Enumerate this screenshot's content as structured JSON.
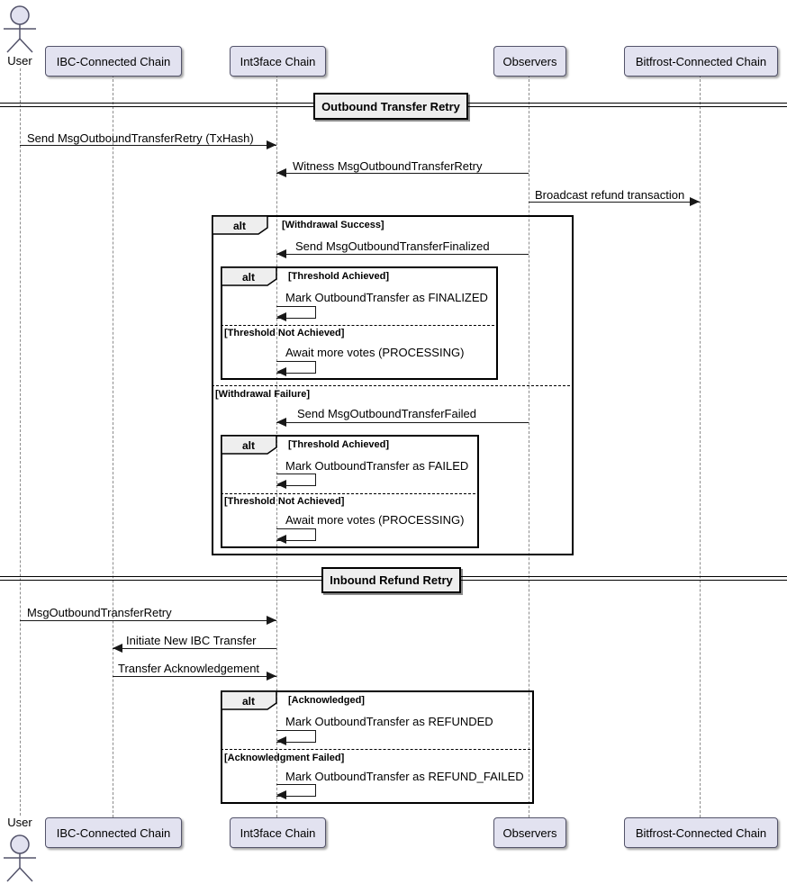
{
  "colors": {
    "participant_fill": "#E2E2F0",
    "participant_border": "#53536a",
    "frame_fill": "#EEEEEE",
    "frame_border": "#000000",
    "lifeline": "#8c8c8c",
    "arrow": "#181818",
    "background": "#ffffff"
  },
  "actor": {
    "label": "User"
  },
  "participants": [
    {
      "label": "IBC-Connected Chain"
    },
    {
      "label": "Int3face Chain"
    },
    {
      "label": "Observers"
    },
    {
      "label": "Bitfrost-Connected Chain"
    }
  ],
  "dividers": [
    {
      "label": "Outbound Transfer Retry"
    },
    {
      "label": "Inbound Refund Retry"
    }
  ],
  "frames": [
    {
      "keyword": "alt",
      "guard1": "[Withdrawal Success]",
      "guard2": "[Withdrawal Failure]"
    },
    {
      "keyword": "alt",
      "guard1": "[Threshold Achieved]",
      "guard2": "[Threshold Not Achieved]"
    },
    {
      "keyword": "alt",
      "guard1": "[Threshold Achieved]",
      "guard2": "[Threshold Not Achieved]"
    },
    {
      "keyword": "alt",
      "guard1": "[Acknowledged]",
      "guard2": "[Acknowledgment Failed]"
    }
  ],
  "messages": [
    {
      "label": "Send MsgOutboundTransferRetry (TxHash)",
      "from": "User",
      "to": "Int3face Chain"
    },
    {
      "label": "Witness MsgOutboundTransferRetry",
      "from": "Observers",
      "to": "Int3face Chain"
    },
    {
      "label": "Broadcast refund transaction",
      "from": "Observers",
      "to": "Bitfrost-Connected Chain"
    },
    {
      "label": "Send MsgOutboundTransferFinalized",
      "from": "Observers",
      "to": "Int3face Chain"
    },
    {
      "label": "Mark OutboundTransfer as FINALIZED",
      "from": "Int3face Chain",
      "to": "Int3face Chain"
    },
    {
      "label": "Await more votes (PROCESSING)",
      "from": "Int3face Chain",
      "to": "Int3face Chain"
    },
    {
      "label": "Send MsgOutboundTransferFailed",
      "from": "Observers",
      "to": "Int3face Chain"
    },
    {
      "label": "Mark OutboundTransfer as FAILED",
      "from": "Int3face Chain",
      "to": "Int3face Chain"
    },
    {
      "label": "Await more votes (PROCESSING)",
      "from": "Int3face Chain",
      "to": "Int3face Chain"
    },
    {
      "label": "MsgOutboundTransferRetry",
      "from": "User",
      "to": "Int3face Chain"
    },
    {
      "label": "Initiate New IBC Transfer",
      "from": "Int3face Chain",
      "to": "IBC-Connected Chain"
    },
    {
      "label": "Transfer Acknowledgement",
      "from": "IBC-Connected Chain",
      "to": "Int3face Chain"
    },
    {
      "label": "Mark OutboundTransfer as REFUNDED",
      "from": "Int3face Chain",
      "to": "Int3face Chain"
    },
    {
      "label": "Mark OutboundTransfer as REFUND_FAILED",
      "from": "Int3face Chain",
      "to": "Int3face Chain"
    }
  ]
}
